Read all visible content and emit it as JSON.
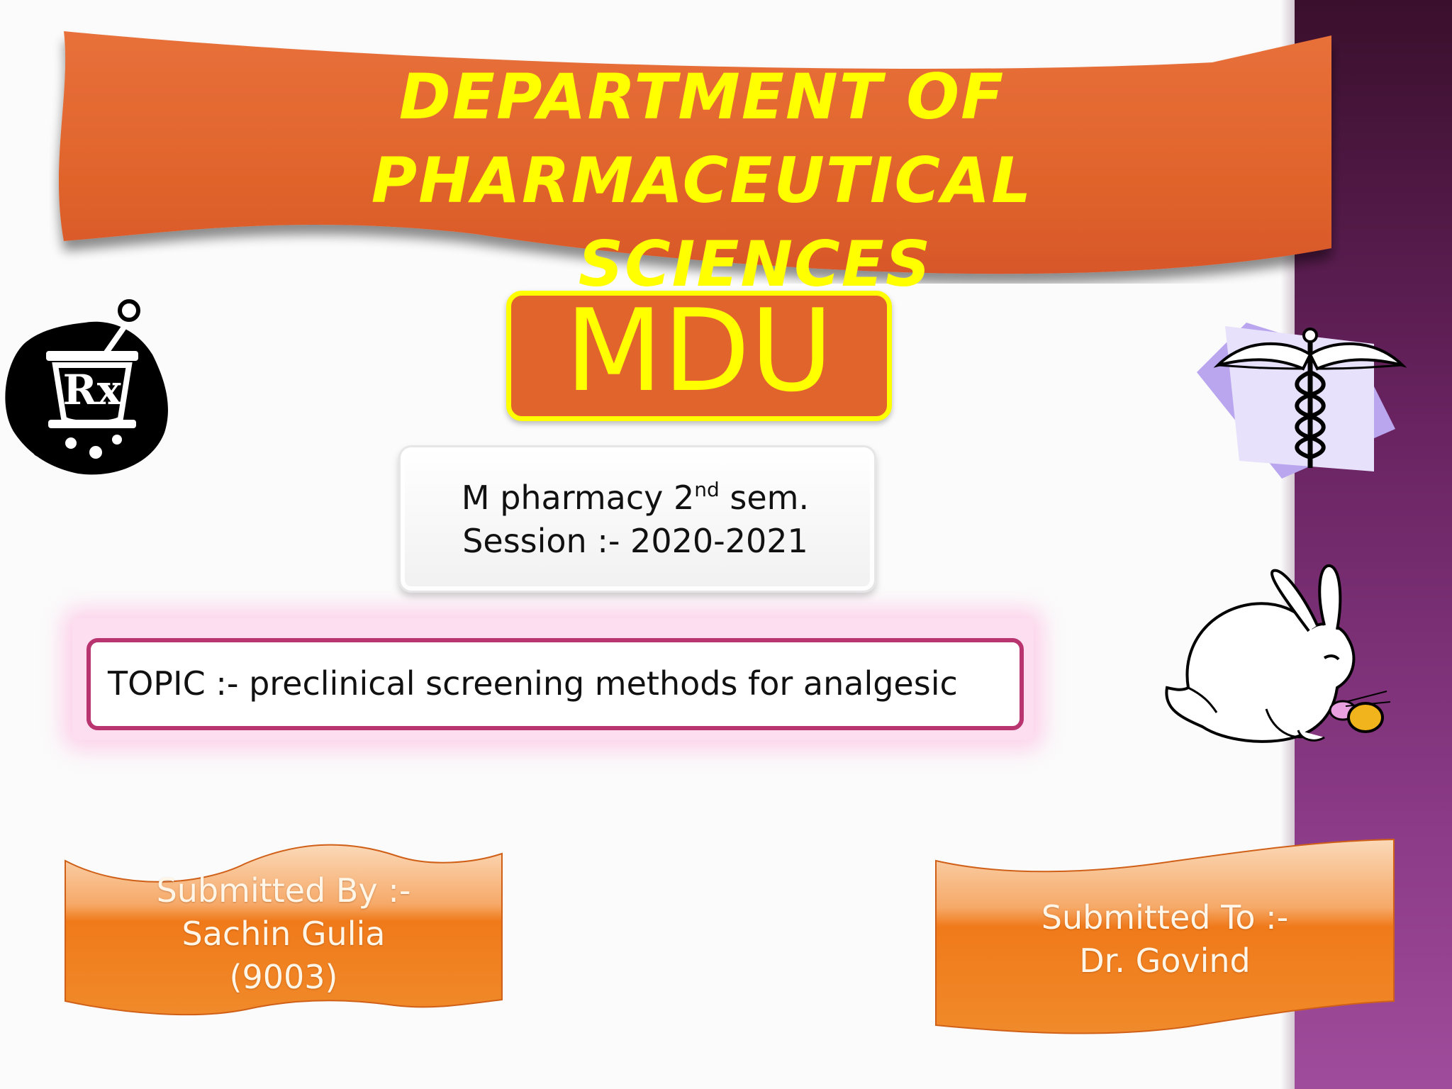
{
  "banner": {
    "line1": "DEPARTMENT  OF PHARMACEUTICAL",
    "line2": "SCIENCES"
  },
  "university": "MDU",
  "course": {
    "program_prefix": "M pharmacy 2",
    "ordinal_suffix": "nd",
    "program_rest": " sem.",
    "session": "Session :- 2020-2021"
  },
  "topic": "TOPIC :- preclinical screening methods  for analgesic",
  "submitted_by": {
    "heading": "Submitted By :-",
    "name": "Sachin Gulia",
    "roll": "(9003)"
  },
  "submitted_to": {
    "heading": "Submitted To :-",
    "name": "Dr. Govind"
  },
  "rx_logo": "Rx",
  "icons": [
    "mortar-pestle-rx-icon",
    "caduceus-icon",
    "rabbit-with-egg-icon"
  ],
  "colors": {
    "banner_orange": "#e0642c",
    "title_yellow": "#ffff00",
    "topic_border": "#b9356f",
    "scroll_orange": "#f07a1a",
    "side_bar_purple": "#7a2e72"
  }
}
